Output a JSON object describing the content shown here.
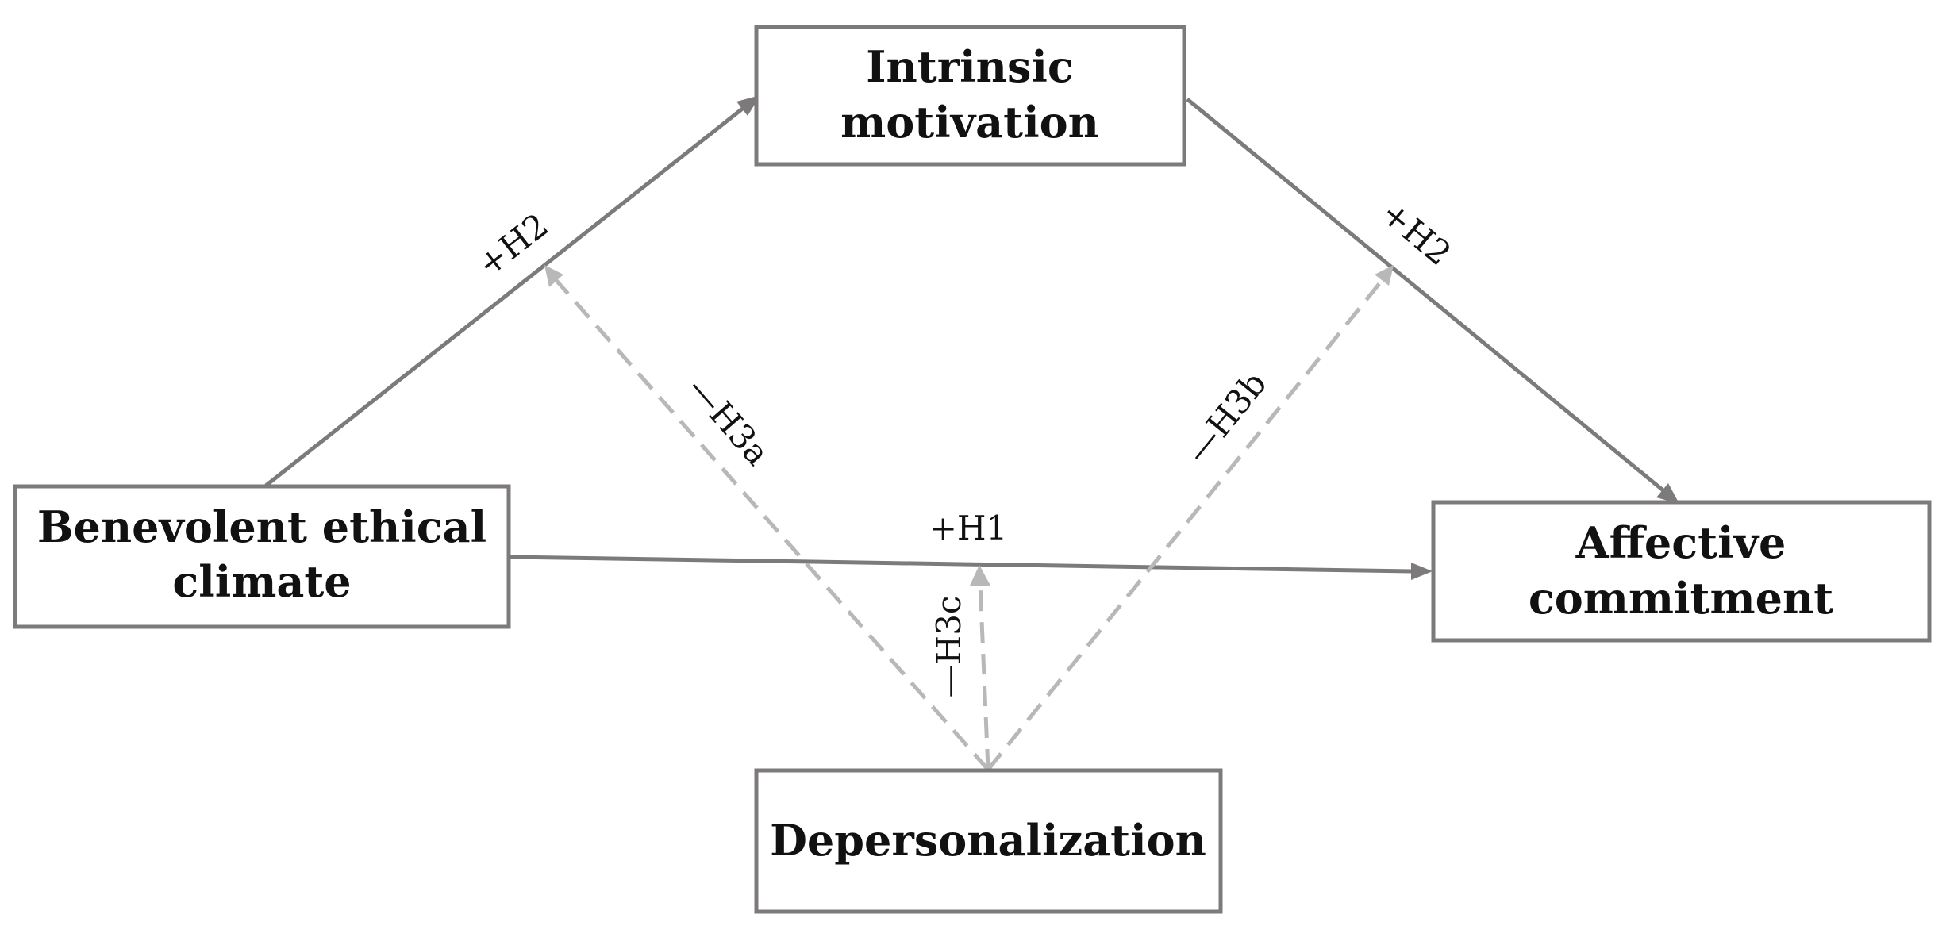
{
  "nodes": {
    "intrinsic_motivation": {
      "line1": "Intrinsic",
      "line2": "motivation"
    },
    "benevolent_ethical_climate": {
      "line1": "Benevolent ethical",
      "line2": "climate"
    },
    "affective_commitment": {
      "line1": "Affective",
      "line2": "commitment"
    },
    "depersonalization": {
      "line1": "Depersonalization"
    }
  },
  "edges": {
    "climate_to_motivation": {
      "label": "+H2"
    },
    "motivation_to_commitment": {
      "label": "+H2"
    },
    "climate_to_commitment": {
      "label": "+H1"
    },
    "depersonalization_h3a": {
      "label": "—H3a"
    },
    "depersonalization_h3b": {
      "label": "—H3b"
    },
    "depersonalization_h3c": {
      "label": "—H3c"
    }
  },
  "colors": {
    "box_border": "#7c7a7b",
    "solid_arrow": "#7c7a7b",
    "dashed_arrow": "#b8b8b8",
    "text": "#111111"
  }
}
